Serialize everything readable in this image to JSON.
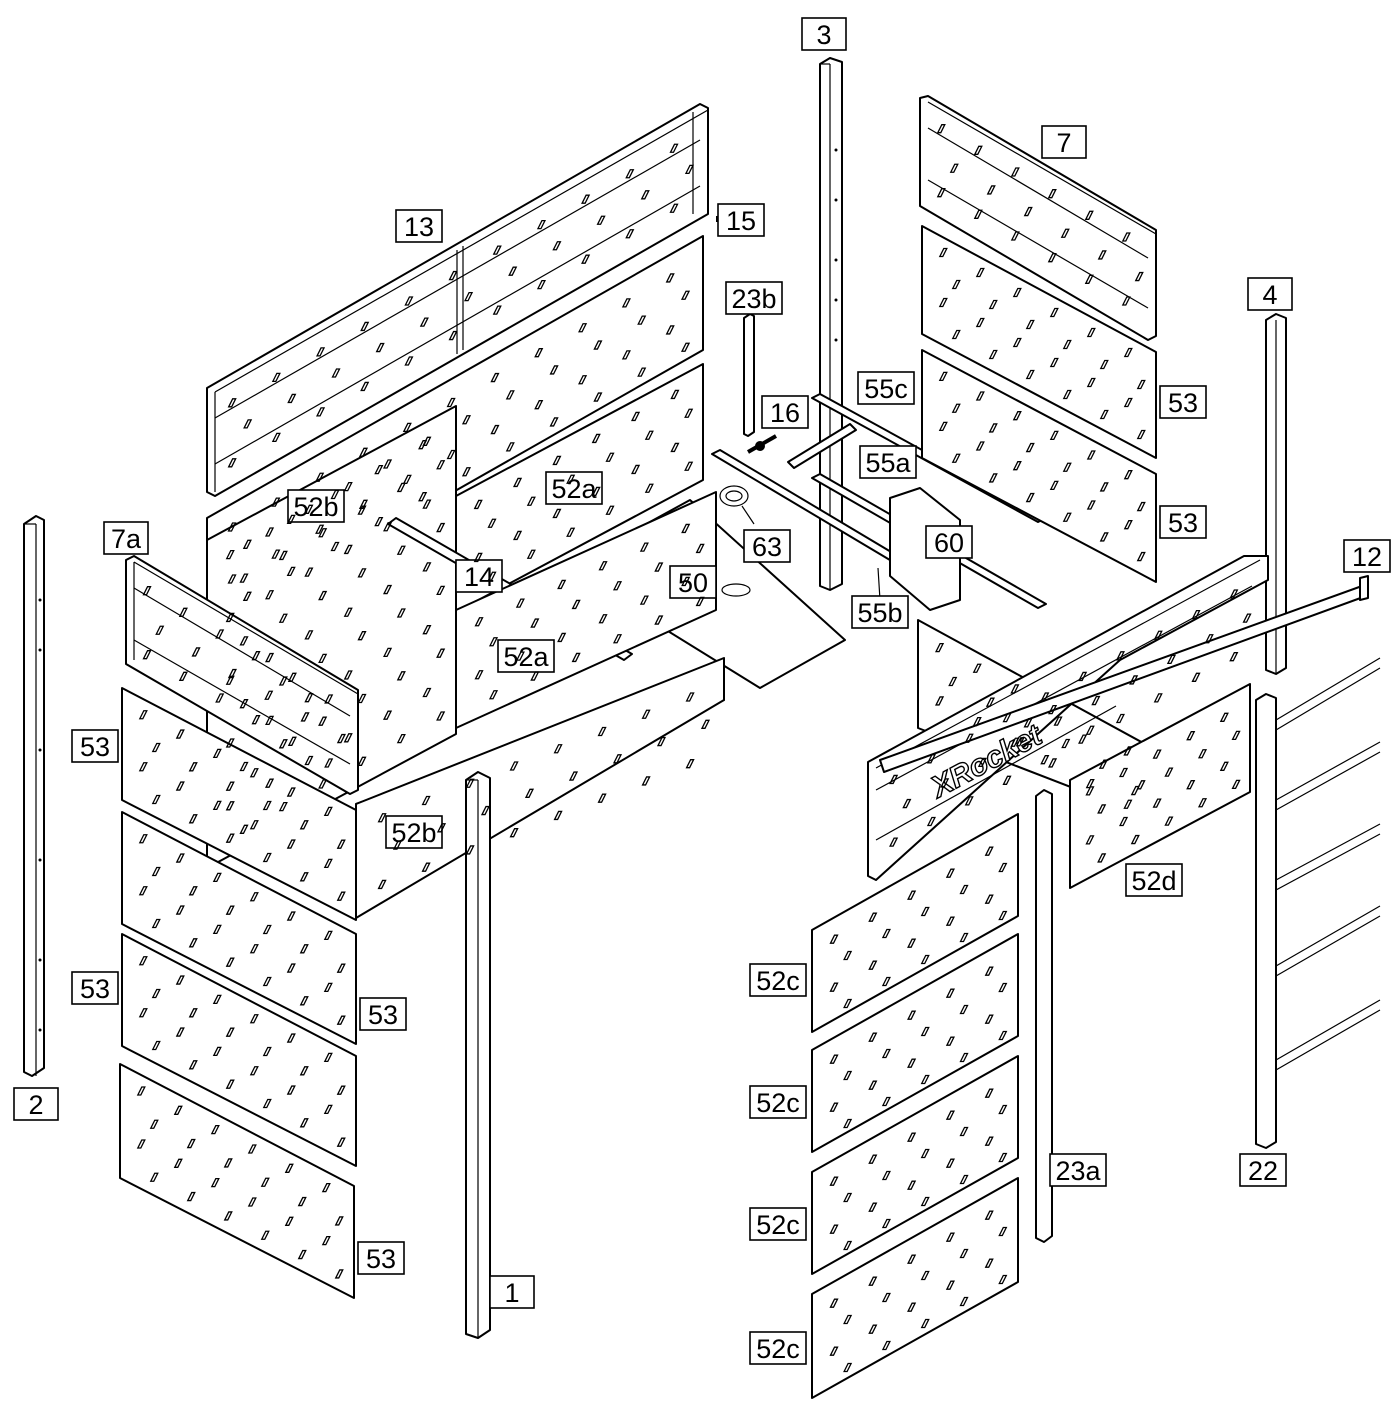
{
  "diagram": {
    "brand_logo": "XRocket",
    "labels": {
      "p1": "1",
      "p2": "2",
      "p3": "3",
      "p4": "4",
      "p7": "7",
      "p7a": "7a",
      "p12": "12",
      "p13": "13",
      "p14": "14",
      "p15": "15",
      "p16": "16",
      "p22": "22",
      "p23a": "23a",
      "p23b": "23b",
      "p50": "50",
      "p52a_top": "52a",
      "p52a_bottom": "52a",
      "p52b_top": "52b",
      "p52b_front": "52b",
      "p52c_1": "52c",
      "p52c_2": "52c",
      "p52c_3": "52c",
      "p52c_4": "52c",
      "p52d": "52d",
      "p53_left_a": "53",
      "p53_left_b": "53",
      "p53_mid": "53",
      "p53_bottom": "53",
      "p53_right_a": "53",
      "p53_right_b": "53",
      "p55a": "55a",
      "p55b": "55b",
      "p55c": "55c",
      "p60": "60",
      "p63": "63"
    }
  }
}
